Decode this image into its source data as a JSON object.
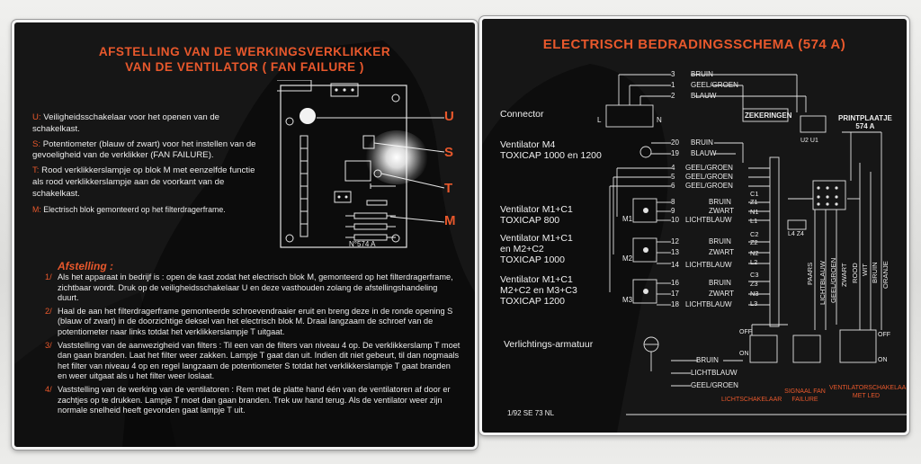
{
  "left_panel": {
    "title_line1": "AFSTELLING VAN DE WERKINGSVERKLIKKER",
    "title_line2": "VAN DE VENTILATOR   ( FAN FAILURE )",
    "legend": [
      {
        "key": "U:",
        "text": "Veiligheidsschakelaar voor het openen van de schakelkast."
      },
      {
        "key": "S:",
        "text": "Potentiometer (blauw of zwart) voor het instellen van de gevoeligheid van de verklikker (FAN FAILURE)."
      },
      {
        "key": "T:",
        "text": "Rood verklikkerslampje op blok M met eenzelfde functie als rood verklikkerslampje aan de voorkant van de schakelkast."
      },
      {
        "key": "M:",
        "text": "Electrisch blok gemonteerd op het filterdragerframe."
      }
    ],
    "board_label": "N°574 A",
    "callouts": [
      "U",
      "S",
      "T",
      "M"
    ],
    "procedure_heading": "Afstelling :",
    "steps": [
      {
        "num": "1/",
        "text": "Als het apparaat in bedrijf is : open de kast zodat het electrisch blok M, gemonteerd op het filterdragerframe, zichtbaar wordt. Druk op de veiligheidsschakelaar U en deze vasthouden zolang de afstellingshandeling duurt."
      },
      {
        "num": "2/",
        "text": "Haal de aan het filterdragerframe gemonteerde schroevendraaier eruit en breng deze in de ronde opening S (blauw of zwart)  in de doorzichtige deksel van het electrisch blok M. Draai langzaam de schroef van de potentiometer naar links totdat het verklikkerslampje T uitgaat."
      },
      {
        "num": "3/",
        "text": "Vaststelling van de aanwezigheid van filters : Til een van de filters van niveau 4 op. De verklikkerslamp T moet dan gaan branden. Laat het filter weer zakken. Lampje T gaat dan uit. Indien dit niet gebeurt, til dan nogmaals het filter van niveau 4 op en regel langzaam de potentiometer S totdat het verklikkerslampje T gaat branden en weer uitgaat als u het filter weer loslaat."
      },
      {
        "num": "4/",
        "text": "Vaststelling van de werking van de ventilatoren : Rem met de platte hand één van de ventilatoren af door er zachtjes op te drukken. Lampje T moet dan gaan branden. Trek uw hand terug. Als de ventilator weer zijn normale snelheid heeft gevonden gaat lampje T uit."
      }
    ]
  },
  "right_panel": {
    "title": "ELECTRISCH  BEDRADINGSSCHEMA  (574 A)",
    "connector_label": "Connector",
    "connector_pins": [
      "L",
      "N"
    ],
    "fuses_label": "ZEKERINGEN",
    "pcb_label_line1": "PRINTPLAATJE",
    "pcb_label_line2": "574 A",
    "u2u1": "U2 U1",
    "l4z4": "L4 Z4",
    "groups": [
      {
        "name": "Ventilator M4",
        "sub": "TOXICAP 1000 en 1200",
        "motor": ""
      },
      {
        "name": "Ventilator M1+C1",
        "sub": "TOXICAP 800",
        "motor": "M1"
      },
      {
        "name": "Ventilator M1+C1",
        "sub": "en M2+C2",
        "sub2": "TOXICAP 1000",
        "motor": "M2"
      },
      {
        "name": "Ventilator M1+C1",
        "sub": "M2+C2 en M3+C3",
        "sub2": "TOXICAP 1200",
        "motor": "M3"
      },
      {
        "name": "Verlichtings-armatuur",
        "sub": "",
        "motor": ""
      }
    ],
    "wires": [
      {
        "num": "3",
        "color": "BRUIN"
      },
      {
        "num": "1",
        "color": "GEEL/GROEN"
      },
      {
        "num": "2",
        "color": "BLAUW"
      },
      {
        "num": "20",
        "color": "BRUIN"
      },
      {
        "num": "19",
        "color": "BLAUW"
      },
      {
        "num": "4",
        "color": "GEEL/GROEN"
      },
      {
        "num": "5",
        "color": "GEEL/GROEN"
      },
      {
        "num": "6",
        "color": "GEEL/GROEN"
      },
      {
        "num": "8",
        "color": "BRUIN"
      },
      {
        "num": "9",
        "color": "ZWART"
      },
      {
        "num": "10",
        "color": "LICHTBLAUW"
      },
      {
        "num": "12",
        "color": "BRUIN"
      },
      {
        "num": "13",
        "color": "ZWART"
      },
      {
        "num": "14",
        "color": "LICHTBLAUW"
      },
      {
        "num": "16",
        "color": "BRUIN"
      },
      {
        "num": "17",
        "color": "ZWART"
      },
      {
        "num": "18",
        "color": "LICHTBLAUW"
      }
    ],
    "terminals": [
      "C1",
      "Z1",
      "N1",
      "L1",
      "C2",
      "Z2",
      "N2",
      "L2",
      "C3",
      "Z3",
      "N3",
      "L3"
    ],
    "lamp_wires": [
      "BRUIN",
      "LICHTBLAUW",
      "GEEL/GROEN"
    ],
    "vertical_wires": [
      "PAARS",
      "LICHTBLAUW",
      "GEEL/GROEN",
      "ZWART",
      "ROOD",
      "WIT",
      "BRUIN",
      "ORANJE"
    ],
    "switch_states": [
      "OFF",
      "ON"
    ],
    "bottom_labels": [
      "LICHTSCHAKELAAR",
      "SIGNAAL FAN FAILURE",
      "VENTILATORSCHAKELAAR MET LED"
    ],
    "footer_code": "1/92 SE 73 NL"
  },
  "colors": {
    "plate": "#161616",
    "accent": "#e8582c",
    "text": "#ececec",
    "frame": "#f4f4f4"
  }
}
